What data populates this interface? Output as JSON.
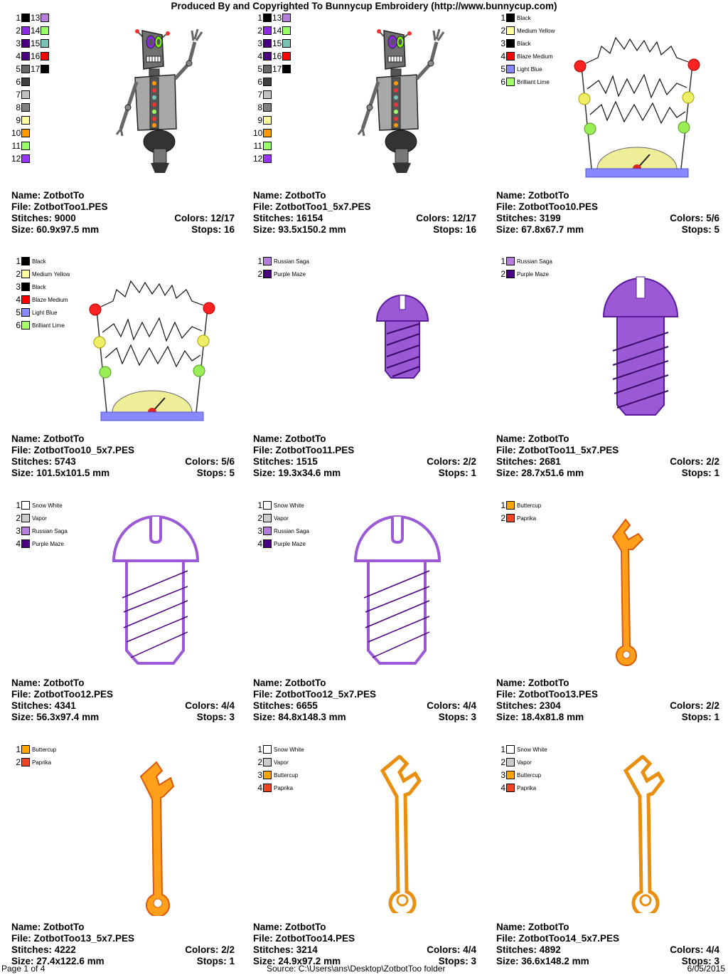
{
  "header": "Produced By and Copyrighted To Bunnycup Embroidery (http://www.bunnycup.com)",
  "labels": {
    "name": "Name:",
    "file": "File:",
    "stitches": "Stitches:",
    "size": "Size:",
    "colors": "Colors:",
    "stops": "Stops:"
  },
  "footer": {
    "page": "Page 1 of 4",
    "source": "Source: C:\\Users\\ans\\Desktop\\ZotbotToo folder",
    "date": "6/05/2015"
  },
  "colors": {
    "black": "#000000",
    "purple": "#8a2be2",
    "dark_purple": "#4b0082",
    "teal": "#78c2b6",
    "red": "#ff0000",
    "gray_dark": "#696969",
    "charcoal": "#404040",
    "gray_light": "#c0c0c0",
    "gray_mid": "#808080",
    "yellow_pale": "#ffff99",
    "orange": "#ff9900",
    "lime": "#99ff66",
    "violet": "#9933ff",
    "med_yellow": "#ffff99",
    "blaze": "#ff0000",
    "light_blue": "#8888ff",
    "brill_lime": "#a6ff66",
    "russian_saga": "#b57edc",
    "purple_maze": "#4b0082",
    "snow_white": "#ffffff",
    "vapor": "#cccccc",
    "buttercup": "#ffa500",
    "paprika": "#ee4422"
  },
  "designs": [
    {
      "name": "ZotbotTo",
      "file": "ZotbotToo1.PES",
      "stitches": "9000",
      "size": "60.9x97.5 mm",
      "colors": "12/17",
      "stops": "16",
      "art": "robot",
      "palette": [
        {
          "n": "1",
          "color": "#000000"
        },
        {
          "n": "2",
          "color": "#8a2be2"
        },
        {
          "n": "3",
          "color": "#4b0082"
        },
        {
          "n": "4",
          "color": "#4b0082"
        },
        {
          "n": "5",
          "color": "#696969"
        },
        {
          "n": "6",
          "color": "#404040"
        },
        {
          "n": "7",
          "color": "#c0c0c0"
        },
        {
          "n": "8",
          "color": "#808080"
        },
        {
          "n": "9",
          "color": "#ffff99"
        },
        {
          "n": "10",
          "color": "#ff9900"
        },
        {
          "n": "11",
          "color": "#99ff66"
        },
        {
          "n": "12",
          "color": "#9933ff"
        },
        {
          "n": "13",
          "color": "#b57edc"
        },
        {
          "n": "14",
          "color": "#99ff66"
        },
        {
          "n": "15",
          "color": "#78c2b6"
        },
        {
          "n": "16",
          "color": "#ff0000"
        },
        {
          "n": "17",
          "color": "#000000"
        }
      ]
    },
    {
      "name": "ZotbotTo",
      "file": "ZotbotToo1_5x7.PES",
      "stitches": "16154",
      "size": "93.5x150.2 mm",
      "colors": "12/17",
      "stops": "16",
      "art": "robot",
      "palette": [
        {
          "n": "1",
          "color": "#000000"
        },
        {
          "n": "2",
          "color": "#8a2be2"
        },
        {
          "n": "3",
          "color": "#4b0082"
        },
        {
          "n": "4",
          "color": "#4b0082"
        },
        {
          "n": "5",
          "color": "#696969"
        },
        {
          "n": "6",
          "color": "#404040"
        },
        {
          "n": "7",
          "color": "#c0c0c0"
        },
        {
          "n": "8",
          "color": "#808080"
        },
        {
          "n": "9",
          "color": "#ffff99"
        },
        {
          "n": "10",
          "color": "#ff9900"
        },
        {
          "n": "11",
          "color": "#99ff66"
        },
        {
          "n": "12",
          "color": "#9933ff"
        },
        {
          "n": "13",
          "color": "#b57edc"
        },
        {
          "n": "14",
          "color": "#99ff66"
        },
        {
          "n": "15",
          "color": "#78c2b6"
        },
        {
          "n": "16",
          "color": "#ff0000"
        },
        {
          "n": "17",
          "color": "#000000"
        }
      ]
    },
    {
      "name": "ZotbotTo",
      "file": "ZotbotToo10.PES",
      "stitches": "3199",
      "size": "67.8x67.7 mm",
      "colors": "5/6",
      "stops": "5",
      "art": "zapper",
      "palette": [
        {
          "n": "1",
          "name": "Black",
          "color": "#000000"
        },
        {
          "n": "2",
          "name": "Medium Yellow",
          "color": "#ffff99"
        },
        {
          "n": "3",
          "name": "Black",
          "color": "#000000"
        },
        {
          "n": "4",
          "name": "Blaze Medium",
          "color": "#ff0000"
        },
        {
          "n": "5",
          "name": "Light Blue",
          "color": "#8888ff"
        },
        {
          "n": "6",
          "name": "Brilliant Lime",
          "color": "#a6ff66"
        }
      ]
    },
    {
      "name": "ZotbotTo",
      "file": "ZotbotToo10_5x7.PES",
      "stitches": "5743",
      "size": "101.5x101.5 mm",
      "colors": "5/6",
      "stops": "5",
      "art": "zapper",
      "palette": [
        {
          "n": "1",
          "name": "Black",
          "color": "#000000"
        },
        {
          "n": "2",
          "name": "Medium Yellow",
          "color": "#ffff99"
        },
        {
          "n": "3",
          "name": "Black",
          "color": "#000000"
        },
        {
          "n": "4",
          "name": "Blaze Medium",
          "color": "#ff0000"
        },
        {
          "n": "5",
          "name": "Light Blue",
          "color": "#8888ff"
        },
        {
          "n": "6",
          "name": "Brilliant Lime",
          "color": "#a6ff66"
        }
      ]
    },
    {
      "name": "ZotbotTo",
      "file": "ZotbotToo11.PES",
      "stitches": "1515",
      "size": "19.3x34.6 mm",
      "colors": "2/2",
      "stops": "1",
      "art": "screw-small",
      "palette": [
        {
          "n": "1",
          "name": "Russian Saga",
          "color": "#b57edc"
        },
        {
          "n": "2",
          "name": "Purple Maze",
          "color": "#4b0082"
        }
      ]
    },
    {
      "name": "ZotbotTo",
      "file": "ZotbotToo11_5x7.PES",
      "stitches": "2681",
      "size": "28.7x51.6 mm",
      "colors": "2/2",
      "stops": "1",
      "art": "screw-large",
      "palette": [
        {
          "n": "1",
          "name": "Russian Saga",
          "color": "#b57edc"
        },
        {
          "n": "2",
          "name": "Purple Maze",
          "color": "#4b0082"
        }
      ]
    },
    {
      "name": "ZotbotTo",
      "file": "ZotbotToo12.PES",
      "stitches": "4341",
      "size": "56.3x97.4 mm",
      "colors": "4/4",
      "stops": "3",
      "art": "screw-applique",
      "palette": [
        {
          "n": "1",
          "name": "Snow White",
          "color": "#ffffff"
        },
        {
          "n": "2",
          "name": "Vapor",
          "color": "#cccccc"
        },
        {
          "n": "3",
          "name": "Russian Saga",
          "color": "#b57edc"
        },
        {
          "n": "4",
          "name": "Purple Maze",
          "color": "#4b0082"
        }
      ]
    },
    {
      "name": "ZotbotTo",
      "file": "ZotbotToo12_5x7.PES",
      "stitches": "6655",
      "size": "84.8x148.3 mm",
      "colors": "4/4",
      "stops": "3",
      "art": "screw-applique",
      "palette": [
        {
          "n": "1",
          "name": "Snow White",
          "color": "#ffffff"
        },
        {
          "n": "2",
          "name": "Vapor",
          "color": "#cccccc"
        },
        {
          "n": "3",
          "name": "Russian Saga",
          "color": "#b57edc"
        },
        {
          "n": "4",
          "name": "Purple Maze",
          "color": "#4b0082"
        }
      ]
    },
    {
      "name": "ZotbotTo",
      "file": "ZotbotToo13.PES",
      "stitches": "2304",
      "size": "18.4x81.8 mm",
      "colors": "2/2",
      "stops": "1",
      "art": "wrench-thin",
      "palette": [
        {
          "n": "1",
          "name": "Buttercup",
          "color": "#ffa500"
        },
        {
          "n": "2",
          "name": "Paprika",
          "color": "#ee4422"
        }
      ]
    },
    {
      "name": "ZotbotTo",
      "file": "ZotbotToo13_5x7.PES",
      "stitches": "4222",
      "size": "27.4x122.6 mm",
      "colors": "2/2",
      "stops": "1",
      "art": "wrench-filled",
      "palette": [
        {
          "n": "1",
          "name": "Buttercup",
          "color": "#ffa500"
        },
        {
          "n": "2",
          "name": "Paprika",
          "color": "#ee4422"
        }
      ]
    },
    {
      "name": "ZotbotTo",
      "file": "ZotbotToo14.PES",
      "stitches": "3214",
      "size": "24.9x97.2 mm",
      "colors": "4/4",
      "stops": "3",
      "art": "wrench-applique",
      "palette": [
        {
          "n": "1",
          "name": "Snow White",
          "color": "#ffffff"
        },
        {
          "n": "2",
          "name": "Vapor",
          "color": "#cccccc"
        },
        {
          "n": "3",
          "name": "Buttercup",
          "color": "#ffa500"
        },
        {
          "n": "4",
          "name": "Paprika",
          "color": "#ee4422"
        }
      ]
    },
    {
      "name": "ZotbotTo",
      "file": "ZotbotToo14_5x7.PES",
      "stitches": "4892",
      "size": "36.6x148.2 mm",
      "colors": "4/4",
      "stops": "3",
      "art": "wrench-applique",
      "palette": [
        {
          "n": "1",
          "name": "Snow White",
          "color": "#ffffff"
        },
        {
          "n": "2",
          "name": "Vapor",
          "color": "#cccccc"
        },
        {
          "n": "3",
          "name": "Buttercup",
          "color": "#ffa500"
        },
        {
          "n": "4",
          "name": "Paprika",
          "color": "#ee4422"
        }
      ]
    }
  ]
}
